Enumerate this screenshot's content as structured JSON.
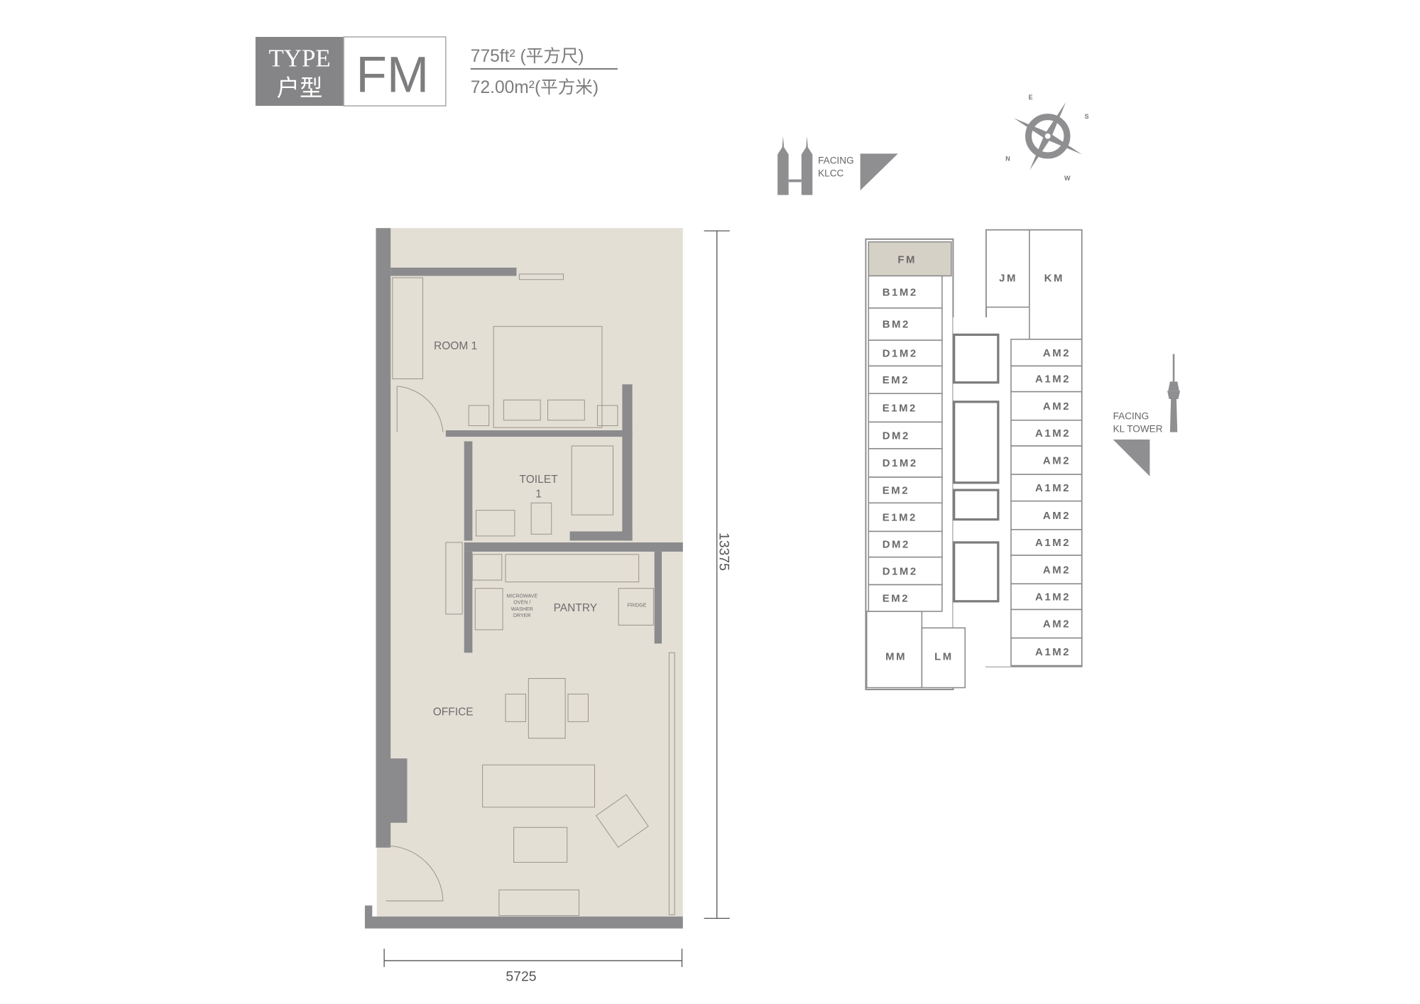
{
  "header": {
    "type_label_en": "TYPE",
    "type_label_cn": "户型",
    "unit_type": "FM",
    "area_sqft": "775ft² (平方尺)",
    "area_sqm": "72.00m²(平方米)"
  },
  "floor_plan": {
    "rooms": {
      "room1": "ROOM 1",
      "toilet_line1": "TOILET",
      "toilet_line2": "1",
      "pantry": "PANTRY",
      "appliance": [
        "MICROWAVE",
        "OVEN /",
        "WASHER",
        "DRYER"
      ],
      "fridge": "FRIDGE",
      "office": "OFFICE"
    },
    "dimensions": {
      "height": "13375",
      "width": "5725"
    }
  },
  "orientation": {
    "facing_klcc": [
      "FACING",
      "KLCC"
    ],
    "facing_kl_tower": [
      "FACING",
      "KL TOWER"
    ],
    "compass": {
      "n": "N",
      "e": "E",
      "s": "S",
      "w": "W"
    }
  },
  "key_plan": {
    "highlight_color": "#d6d1c6",
    "highlighted": "FM",
    "left_units": [
      "B1M2",
      "BM2",
      "D1M2",
      "EM2",
      "E1M2",
      "DM2",
      "D1M2",
      "EM2",
      "E1M2",
      "DM2",
      "D1M2",
      "EM2"
    ],
    "right_units": [
      "AM2",
      "A1M2",
      "AM2",
      "A1M2",
      "AM2",
      "A1M2",
      "AM2",
      "A1M2",
      "AM2",
      "A1M2",
      "AM2",
      "A1M2"
    ],
    "top_units": [
      "JM",
      "KM"
    ],
    "bottom_units": [
      "MM",
      "LM"
    ]
  }
}
